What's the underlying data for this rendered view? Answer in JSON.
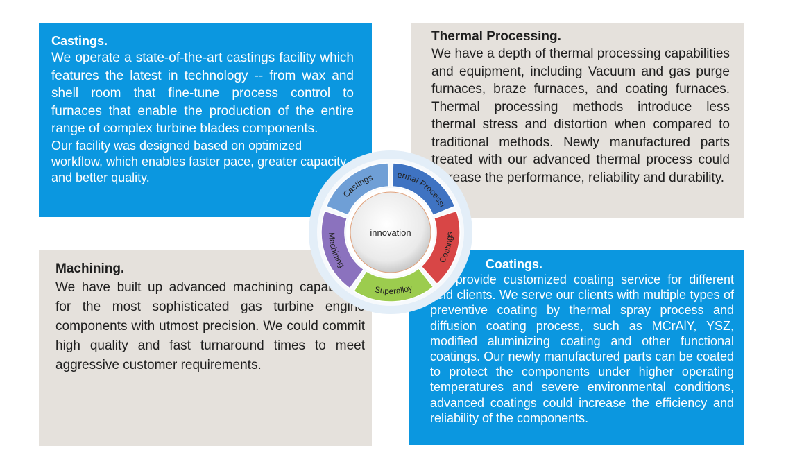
{
  "panels": {
    "castings": {
      "title": "Castings.",
      "body1": "We operate a state-of-the-art castings facility which features the latest in technology -- from wax and shell room that fine-tune process control to furnaces that enable the production of the entire range of complex turbine blades components.",
      "body2": "Our facility was designed based on optimized workflow, which enables faster pace, greater capacity  and better quality."
    },
    "thermal": {
      "title": "Thermal Processing.",
      "body": "We have a depth of thermal processing capabilities and equipment, including Vacuum and gas purge furnaces, braze furnaces, and coating furnaces. Thermal processing methods introduce less thermal stress and distortion when compared to traditional methods. Newly manufactured parts treated with our advanced thermal process could increase the performance, reliability and durability."
    },
    "machining": {
      "title": "Machining.",
      "body": "We have built up advanced machining capabilities for the most sophisticated gas turbine engine components with utmost precision. We could commit high quality and fast turnaround times to meet aggressive customer requirements."
    },
    "coatings": {
      "title": "Coatings.",
      "body": "We provide customized coating service for different field clients. We serve our clients with multiple types of preventive coating by thermal spray process and diffusion coating process, such as MCrAlY, YSZ, modified aluminizing coating and other functional coatings. Our newly manufactured parts can be coated to protect the components under higher operating temperatures and severe environmental conditions, advanced coatings could increase the efficiency and reliability of the components."
    }
  },
  "wheel": {
    "center": "innovation",
    "segments": [
      {
        "label": "Castings",
        "color": "#6f9fd6"
      },
      {
        "label": "Thermal Processing",
        "color": "#3f73c2"
      },
      {
        "label": "Coatings",
        "color": "#d84646"
      },
      {
        "label": "Superalloy",
        "color": "#9ccc4e"
      },
      {
        "label": "Machining",
        "color": "#8b72be"
      }
    ]
  },
  "colors": {
    "blue_panel": "#0b97e0",
    "grey_panel": "#e5e1dc"
  }
}
